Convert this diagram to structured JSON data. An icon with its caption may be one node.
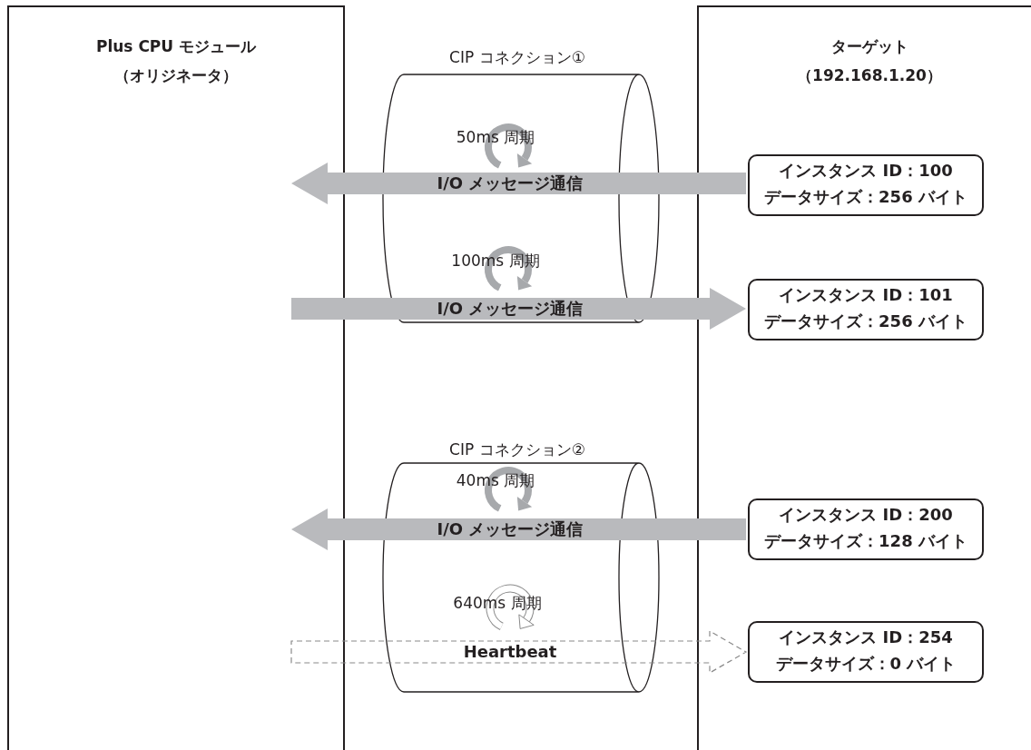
{
  "diagram": {
    "nodes": [
      {
        "text": [
          "Plus CPU モジュール",
          "（オリジネータ）"
        ]
      },
      {
        "text": [
          "ターゲット",
          "（192.168.1.20）"
        ]
      },
      {
        "text": [
          "CIP コネクション①"
        ]
      },
      {
        "text": [
          "CIP コネクション②"
        ]
      },
      {
        "text": [
          "インスタンス ID：100",
          "データサイズ：256 バイト"
        ],
        "in": 1
      },
      {
        "text": [
          "インスタンス ID：101",
          "データサイズ：256 バイト"
        ],
        "in": 1
      },
      {
        "text": [
          "インスタンス ID：200",
          "データサイズ：128 バイト"
        ],
        "in": 1
      },
      {
        "text": [
          "インスタンス ID：254",
          "データサイズ：0 バイト"
        ],
        "in": 1
      }
    ],
    "edges": [
      {
        "from": 4,
        "to": 0,
        "arrow": "to",
        "label": "I/O メッセージ通信",
        "style": "thick"
      },
      {
        "from": 0,
        "to": 5,
        "arrow": "to",
        "label": "I/O メッセージ通信",
        "style": "thick"
      },
      {
        "from": 6,
        "to": 0,
        "arrow": "to",
        "label": "I/O メッセージ通信",
        "style": "thick"
      },
      {
        "from": 0,
        "to": 7,
        "arrow": "to",
        "label": "Heartbeat",
        "style": "dashed"
      }
    ],
    "labels": [
      "50ms 周期",
      "100ms 周期",
      "40ms 周期",
      "640ms 周期"
    ]
  }
}
